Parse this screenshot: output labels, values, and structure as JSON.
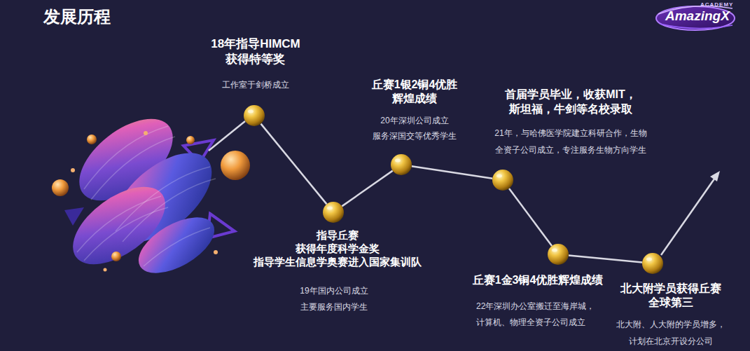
{
  "diagram": {
    "title": "发展历程",
    "nodes": [
      {
        "text": [
          "18年指导HIMCM 获得特等奖",
          "工作室于剑桥成立"
        ]
      },
      {
        "text": [
          "指导丘赛 获得年度科学金奖 指导学生信息学奥赛进入国家集训队",
          "19年国内公司成立 主要服务国内学生"
        ]
      },
      {
        "text": [
          "丘赛1银2铜4优胜 辉煌成绩",
          "20年深圳公司成立 服务深国交等优秀学生"
        ]
      },
      {
        "text": [
          "首届学员毕业，收获MIT， 斯坦福，牛剑等名校录取",
          "21年，与哈佛医学院建立科研合作，生物 全资子公司成立，专注服务生物方向学生"
        ]
      },
      {
        "text": [
          "丘赛1金3铜4优胜辉煌成绩",
          "22年深圳办公室搬迁至海岸城， 计算机、物理全资子公司成立"
        ]
      },
      {
        "text": [
          "北大附学员获得丘赛 全球第三",
          "北大附、人大附的学员增多， 计划在北京开设分公司"
        ]
      }
    ],
    "edges": [
      {
        "from": 0,
        "to": 1,
        "arrow": "none"
      },
      {
        "from": 1,
        "to": 2,
        "arrow": "none"
      },
      {
        "from": 2,
        "to": 3,
        "arrow": "none"
      },
      {
        "from": 3,
        "to": 4,
        "arrow": "none"
      },
      {
        "from": 4,
        "to": 5,
        "arrow": "none"
      }
    ],
    "labels": [
      "ACADEMY",
      "AmazingX"
    ]
  }
}
